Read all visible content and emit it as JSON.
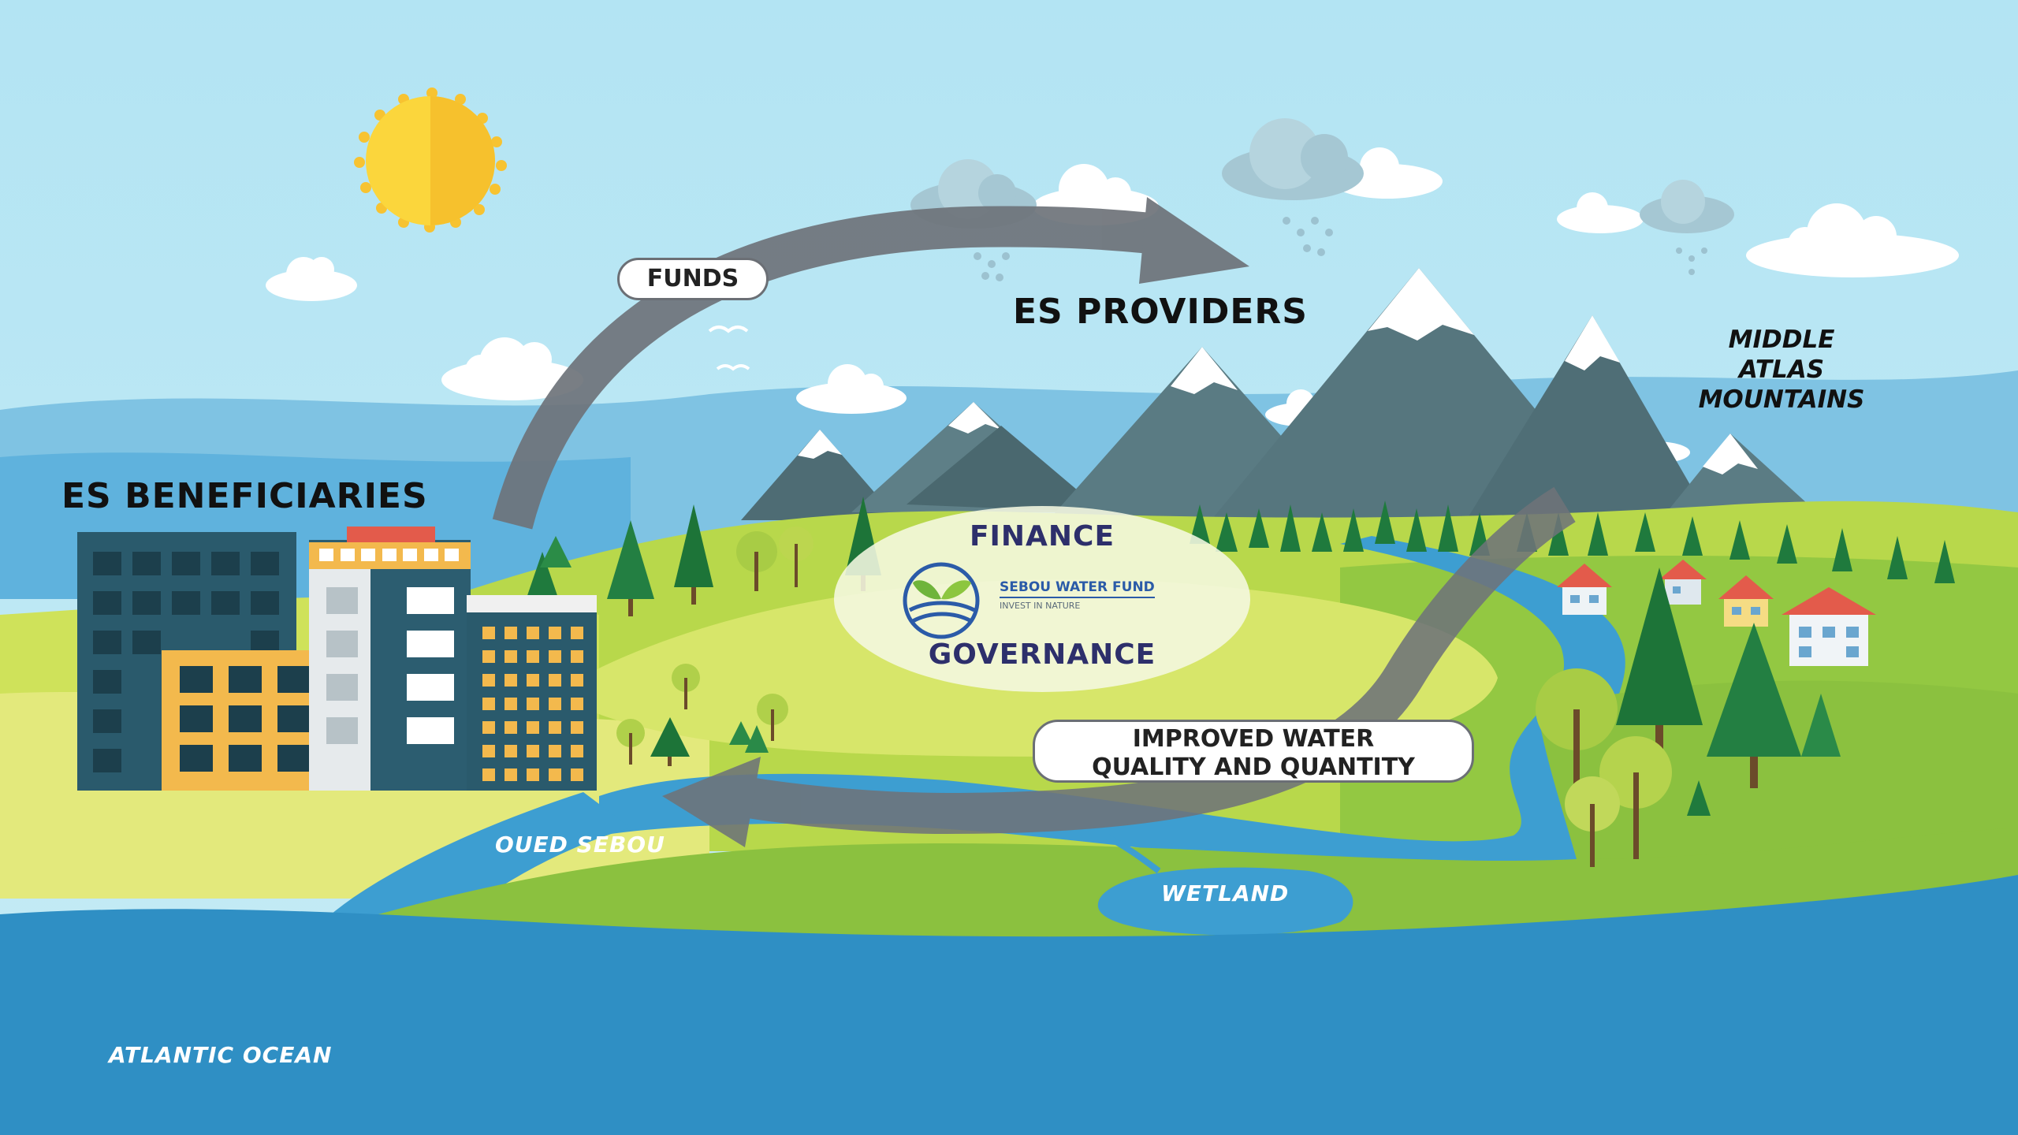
{
  "labels": {
    "funds": "FUNDS",
    "es_providers": "ES PROVIDERS",
    "middle_atlas": [
      "MIDDLE",
      "ATLAS",
      "MOUNTAINS"
    ],
    "es_beneficiaries": "ES BENEFICIARIES",
    "finance": "FINANCE",
    "governance": "GOVERNANCE",
    "improved_water": [
      "IMPROVED WATER",
      "QUALITY AND QUANTITY"
    ],
    "oued_sebou": "OUED SEBOU",
    "wetland": "WETLAND",
    "atlantic_ocean": "ATLANTIC OCEAN"
  },
  "logo": {
    "name": "SEBOU WATER FUND",
    "tagline": "INVEST IN NATURE"
  },
  "colors": {
    "sky": "#b9e6f2",
    "ocean": "#2f8fc4",
    "river": "#3d9ed1",
    "grass_light": "#c9dc4e",
    "grass": "#8fc43f",
    "arrow": "#6e7379",
    "mountain": "#51727a",
    "snow": "#ffffff",
    "sun": "#fbd63c",
    "text_dark": "#111111",
    "finance_text": "#2d2f6b"
  },
  "icons": [
    "sun-icon",
    "cloud-icon",
    "rain-cloud-icon",
    "mountain-icon",
    "tree-icon",
    "house-icon",
    "building-icon",
    "bird-icon",
    "leaf-logo-icon"
  ]
}
